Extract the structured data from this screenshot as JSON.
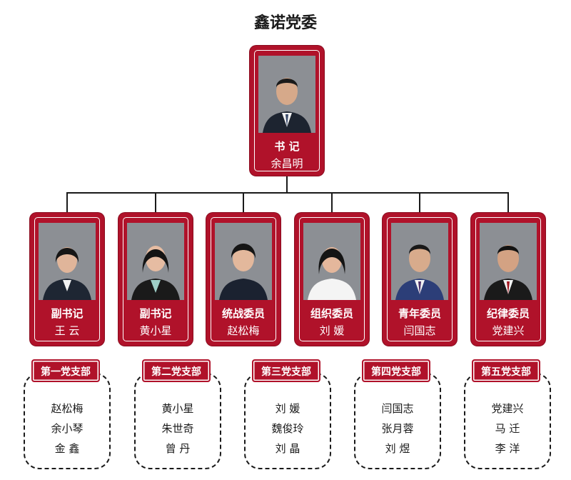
{
  "title": "鑫诺党委",
  "colors": {
    "accent": "#b0122a",
    "line": "#1a1a1a"
  },
  "secretary": {
    "role": "书 记",
    "name": "余昌明",
    "photo": "male-portrait"
  },
  "committee": [
    {
      "role": "副书记",
      "name": "王 云",
      "photo": "female-portrait"
    },
    {
      "role": "副书记",
      "name": "黄小星",
      "photo": "female-portrait"
    },
    {
      "role": "统战委员",
      "name": "赵松梅",
      "photo": "female-portrait"
    },
    {
      "role": "组织委员",
      "name": "刘 媛",
      "photo": "female-portrait"
    },
    {
      "role": "青年委员",
      "name": "闫国志",
      "photo": "male-portrait"
    },
    {
      "role": "纪律委员",
      "name": "党建兴",
      "photo": "male-portrait"
    }
  ],
  "branches": [
    {
      "label": "第一党支部",
      "members": [
        "赵松梅",
        "余小琴",
        "金 鑫"
      ]
    },
    {
      "label": "第二党支部",
      "members": [
        "黄小星",
        "朱世奇",
        "曾 丹"
      ]
    },
    {
      "label": "第三党支部",
      "members": [
        "刘 媛",
        "魏俊玲",
        "刘 晶"
      ]
    },
    {
      "label": "第四党支部",
      "members": [
        "闫国志",
        "张月蓉",
        "刘 煜"
      ]
    },
    {
      "label": "第五党支部",
      "members": [
        "党建兴",
        "马 迁",
        "李 洋"
      ]
    }
  ]
}
